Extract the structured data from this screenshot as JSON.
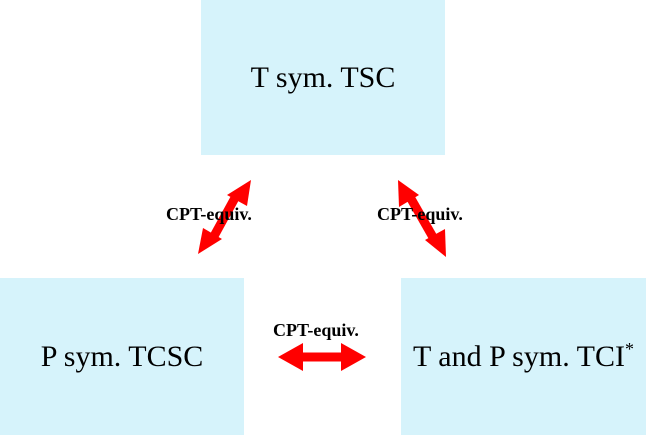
{
  "nodes": {
    "top": {
      "label": "T sym. TSC"
    },
    "left": {
      "label": "P sym. TCSC"
    },
    "right": {
      "label": "T and P sym. TCI",
      "superscript": "*"
    }
  },
  "edges": [
    {
      "from": "left",
      "to": "top",
      "label": "CPT-equiv."
    },
    {
      "from": "right",
      "to": "top",
      "label": "CPT-equiv."
    },
    {
      "from": "left",
      "to": "right",
      "label": "CPT-equiv."
    }
  ],
  "colors": {
    "box_fill": "#d6f3fb",
    "arrow": "#ff0000"
  }
}
